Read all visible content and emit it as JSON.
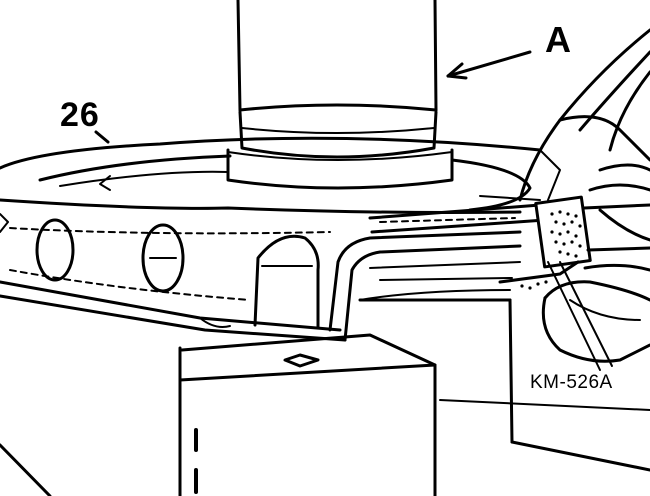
{
  "callouts": {
    "part_number": "26",
    "pointer_letter": "A",
    "tool_code": "KM-526A"
  },
  "colors": {
    "ink": "#000000",
    "paper": "#ffffff"
  }
}
